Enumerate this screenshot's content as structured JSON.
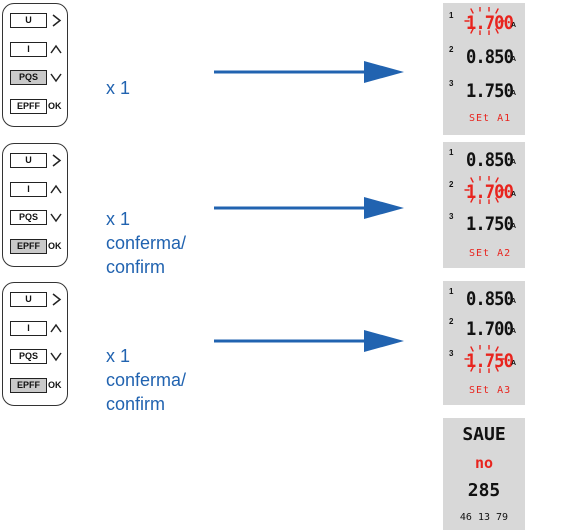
{
  "keys": {
    "u": "U",
    "i": "I",
    "pqs": "PQS",
    "epff": "EPFF",
    "ok": "OK"
  },
  "steps": [
    {
      "label": "x 1",
      "highlight": "pqs"
    },
    {
      "label": "x 1\nconferma/\nconfirm",
      "highlight": "epff"
    },
    {
      "label": "x 1\nconferma/\nconfirm",
      "highlight": "epff"
    }
  ],
  "displays": [
    {
      "rows": [
        {
          "n": "1",
          "v": "1.700",
          "unit": "A",
          "active": true
        },
        {
          "n": "2",
          "v": "0.850",
          "unit": "A",
          "active": false
        },
        {
          "n": "3",
          "v": "1.750",
          "unit": "A",
          "active": false
        }
      ],
      "status": "SEt A1"
    },
    {
      "rows": [
        {
          "n": "1",
          "v": "0.850",
          "unit": "A",
          "active": false
        },
        {
          "n": "2",
          "v": "1.700",
          "unit": "A",
          "active": true
        },
        {
          "n": "3",
          "v": "1.750",
          "unit": "A",
          "active": false
        }
      ],
      "status": "SEt A2"
    },
    {
      "rows": [
        {
          "n": "1",
          "v": "0.850",
          "unit": "A",
          "active": false
        },
        {
          "n": "2",
          "v": "1.700",
          "unit": "A",
          "active": false
        },
        {
          "n": "3",
          "v": "1.750",
          "unit": "A",
          "active": true
        }
      ],
      "status": "SEt A3"
    }
  ],
  "save_display": {
    "title": "SAUE",
    "choice": "no",
    "value": "285",
    "footer": "46 13 79"
  },
  "colors": {
    "accent": "#2163b0",
    "flash": "#e8241e",
    "lcd": "#d8d8d8",
    "key_highlight": "#c9c9c9"
  }
}
